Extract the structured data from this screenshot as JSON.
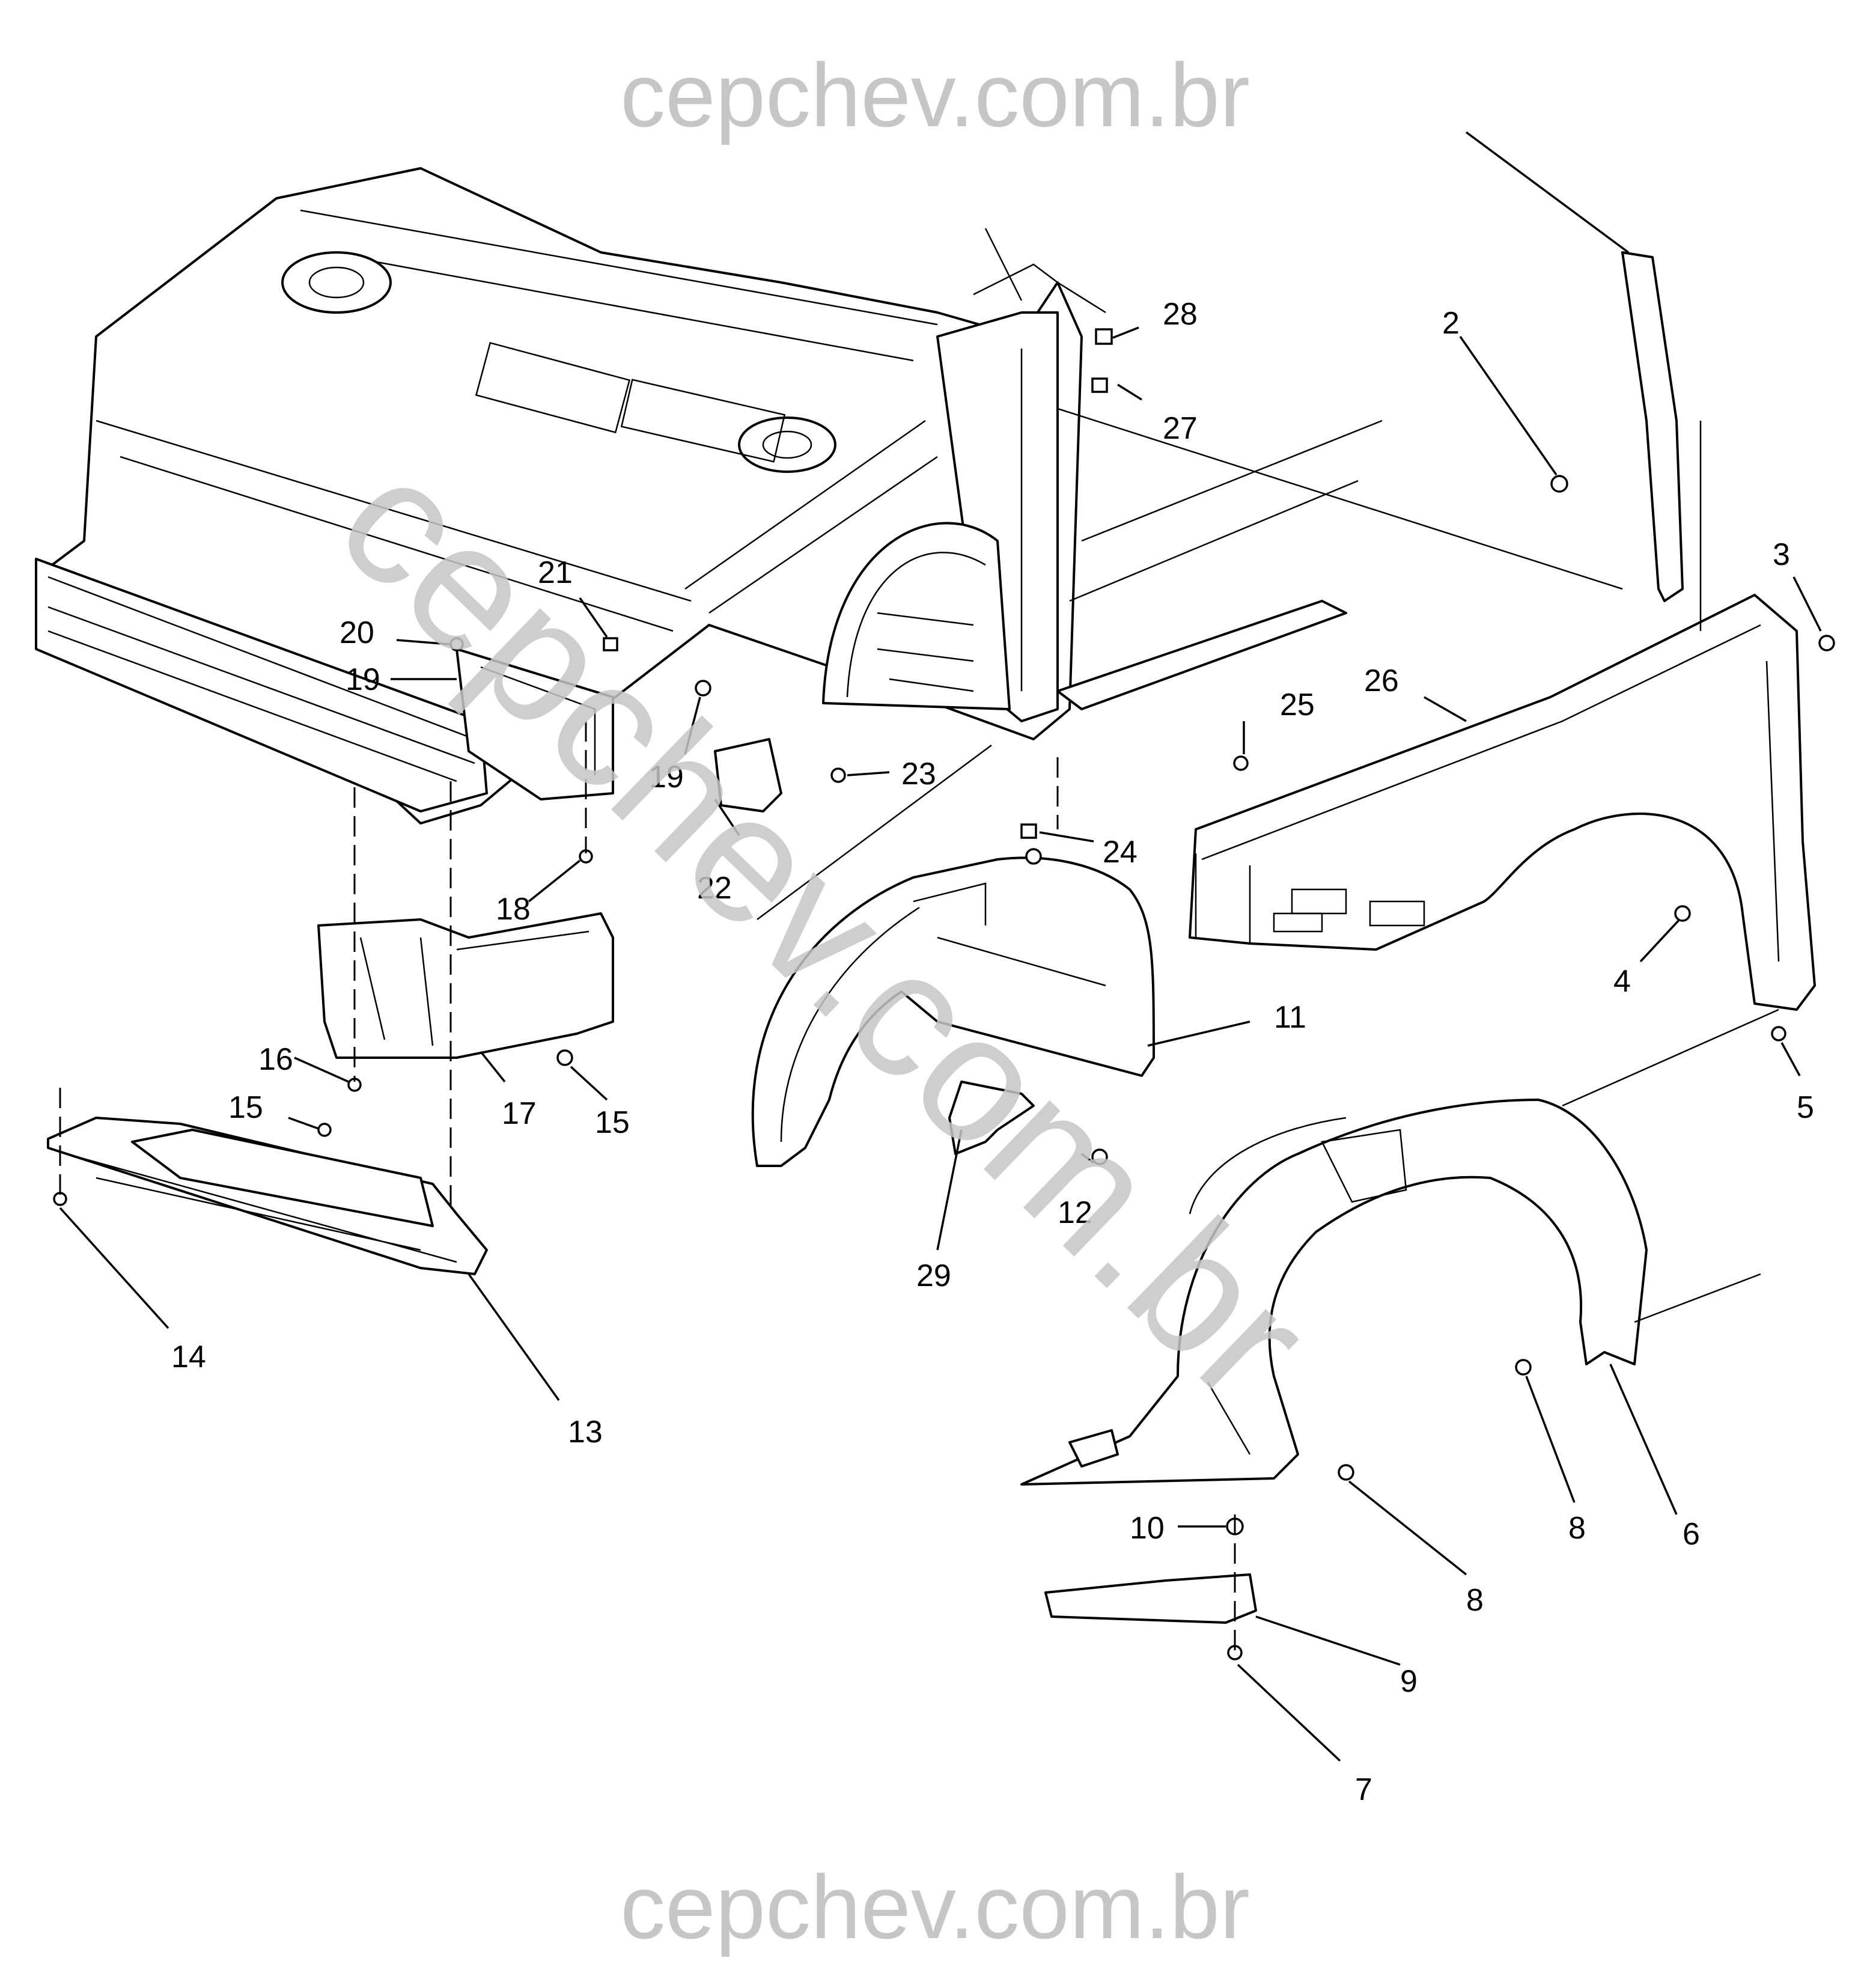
{
  "watermark": {
    "top": "cepchev.com.br",
    "bottom": "cepchev.com.br",
    "diagonal": "cepchev.com.br",
    "color": "#c6c6c6"
  },
  "callouts": {
    "c2": "2",
    "c3": "3",
    "c4": "4",
    "c5": "5",
    "c6": "6",
    "c7": "7",
    "c8a": "8",
    "c8b": "8",
    "c9": "9",
    "c10": "10",
    "c11": "11",
    "c12": "12",
    "c13": "13",
    "c14": "14",
    "c15a": "15",
    "c15b": "15",
    "c16": "16",
    "c17": "17",
    "c18": "18",
    "c19a": "19",
    "c19b": "19",
    "c20": "20",
    "c21": "21",
    "c22": "22",
    "c23": "23",
    "c24": "24",
    "c25": "25",
    "c26": "26",
    "c27": "27",
    "c28": "28",
    "c29": "29"
  }
}
